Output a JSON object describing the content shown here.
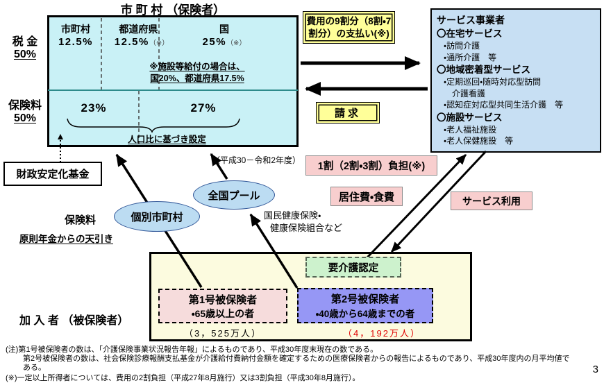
{
  "page": {
    "number": "3"
  },
  "municipality": {
    "title": "市 町 村 （保険者）",
    "tax_label": "税 金",
    "tax_pct": "50%",
    "premium_label": "保険料",
    "premium_pct": "50%",
    "columns": [
      {
        "name": "市町村",
        "value": "12.5%",
        "note": ""
      },
      {
        "name": "都道府県",
        "value": "12.5%",
        "note": "（※）"
      },
      {
        "name": "国",
        "value": "25%",
        "note": "（※）"
      }
    ],
    "facility_note_line1": "※施設等給付の場合は、",
    "facility_note_line2": "国20%、都道府県17.5%",
    "premium_split_left": "23%",
    "premium_split_right": "27%",
    "population_note": "人口比に基づき設定"
  },
  "stabilization_fund_label": "財政安定化基金",
  "payment_box": {
    "line1": "費用の9割分（8割・7",
    "line2": "割分）の支払い(※)"
  },
  "billing_label": "請求",
  "provider": {
    "title": "サービス事業者",
    "items": [
      {
        "text": "〇在宅サービス"
      },
      {
        "text": "・訪問介護"
      },
      {
        "text": "・通所介護　等"
      },
      {
        "text": "〇地域密着型サービス"
      },
      {
        "text": "・定期巡回・随時対応型訪問"
      },
      {
        "text": "介護看護"
      },
      {
        "text": "・認知症対応型共同生活介護　等"
      },
      {
        "text": "〇施設サービス"
      },
      {
        "text": "・老人福祉施設"
      },
      {
        "text": "・老人保健施設　等"
      }
    ]
  },
  "copay_label": "1割（2割・3割）負担(※)",
  "room_board_label": "居住費・食費",
  "service_use_label": "サービス利用",
  "period_note": "（平成30－令和2年度）",
  "national_pool_label": "全国プール",
  "individual_municipality_label": "個別市町村",
  "premium_side": {
    "label": "保険料",
    "note": "原則年金からの天引き"
  },
  "insurer_note": {
    "line1": "国民健康保険・",
    "line2": "健康保険組合など"
  },
  "insured": {
    "label": "加 入 者 （被保険者）",
    "certification_label": "要介護認定",
    "no1": {
      "title": "第1号被保険者",
      "desc": "・65歳以上の者",
      "count": "（3，525万人）"
    },
    "no2": {
      "title": "第2号被保険者",
      "desc": "・40歳から64歳までの者",
      "count": "（4，192万人）"
    }
  },
  "footnotes": {
    "line1": "(注)第1号被保険者の数は、「介護保険事業状況報告年報」によるものであり、平成30年度末現在の数である。",
    "line2": "第2号被保険者の数は、社会保険診療報酬支払基金が介護給付費納付金額を確定するための医療保険者からの報告によるものであり、平成30年度内の月平均値で",
    "line3": "ある。",
    "line4": "(※)一定以上所得者については、費用の2割負担（平成27年8月施行）又は3割負担（平成30年8月施行）。"
  },
  "colors": {
    "cyan_box": "#C9F1F6",
    "provider_box": "#C7DFF3",
    "insured_box": "#FCFBDF",
    "yellow": "#FFFF99",
    "pink": "#F8CECE",
    "green": "#CDF2CD",
    "purple": "#9697F5",
    "ellipse_blue": "#BCDCF2",
    "count_red": "#E00000"
  }
}
